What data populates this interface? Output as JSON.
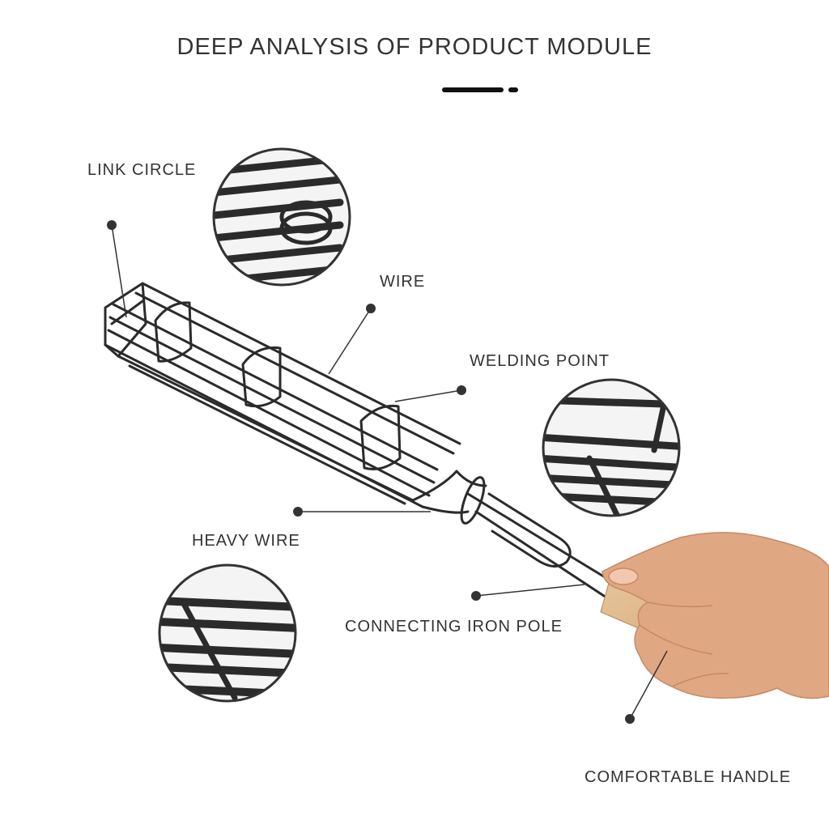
{
  "title": "DEEP ANALYSIS OF PRODUCT MODULE",
  "labels": {
    "link_circle": "LINK CIRCLE",
    "wire": "WIRE",
    "welding_point": "WELDING POINT",
    "heavy_wire": "HEAVY WIRE",
    "connecting_iron_pole": "CONNECTING IRON POLE",
    "comfortable_handle": "COMFORTABLE HANDLE"
  },
  "colors": {
    "text": "#333333",
    "wire": "#2b2b2b",
    "handle_wood": "#d9b48a",
    "skin": "#e0a882",
    "background": "#ffffff"
  }
}
